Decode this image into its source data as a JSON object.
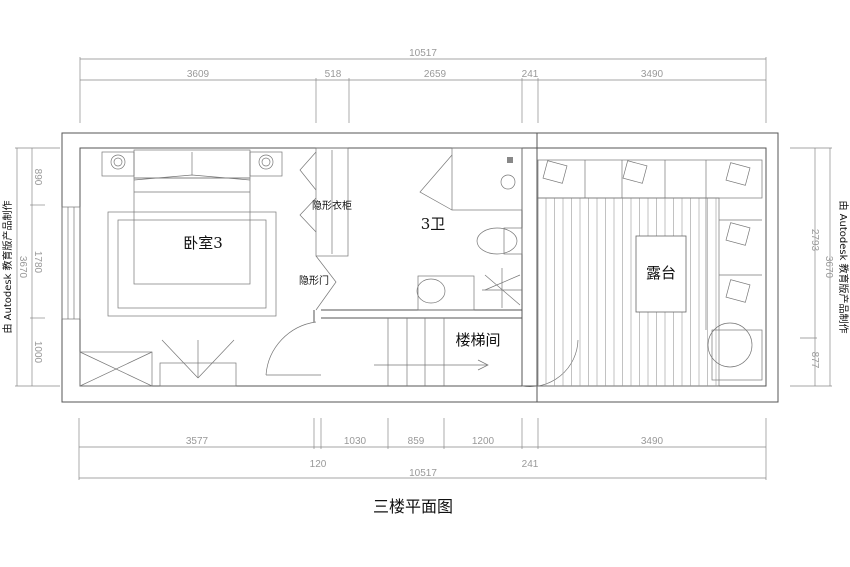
{
  "title": "三楼平面图",
  "watermark": "由 Autodesk 教育版产品制作",
  "rooms": {
    "bedroom": "卧室3",
    "bathroom": "3卫",
    "stairwell": "楼梯间",
    "terrace": "露台",
    "hidden_wardrobe": "隐形衣柜",
    "hidden_door": "隐形门"
  },
  "dimensions": {
    "top_total": "10517",
    "top": [
      "3609",
      "518",
      "2659",
      "241",
      "3490"
    ],
    "bottom": [
      "3577",
      "1030",
      "859",
      "1200",
      "3490"
    ],
    "bottom_small": [
      "120",
      "241"
    ],
    "bottom_total": "10517",
    "left": [
      "890",
      "1780",
      "1000"
    ],
    "left_total": "3670",
    "right": [
      "2793",
      "877"
    ],
    "right_total": "3670"
  }
}
